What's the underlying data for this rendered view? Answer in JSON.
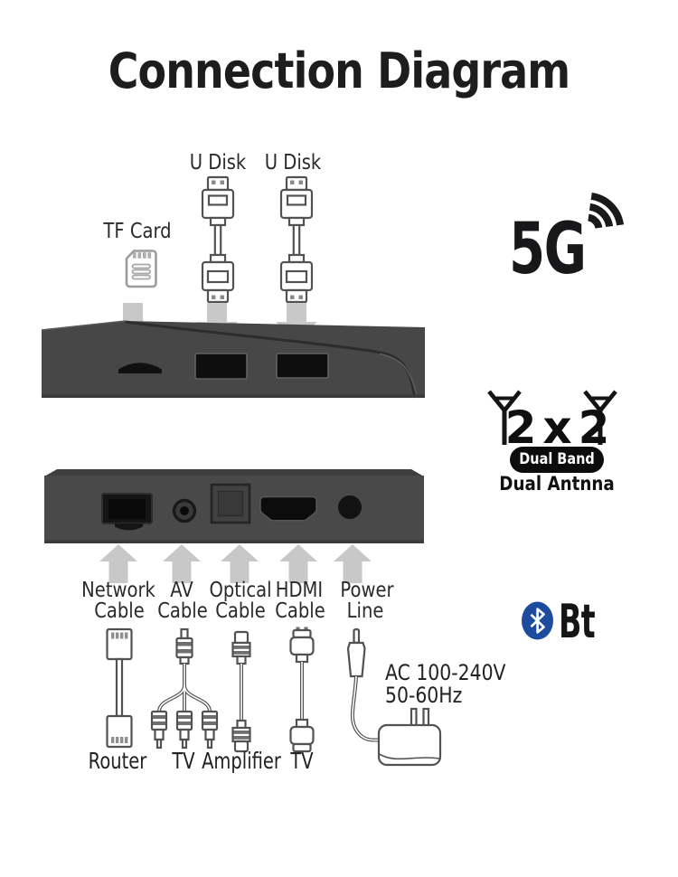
{
  "title": "Connection Diagram",
  "top": {
    "u_disk_left": "U Disk",
    "u_disk_right": "U Disk",
    "tf_card": "TF Card"
  },
  "features": {
    "wifi_label": "5G",
    "antenna_label": "2x2",
    "antenna_badge": "Dual Band",
    "antenna_caption": "Dual Antnna",
    "bluetooth_label": "Bt"
  },
  "ports": [
    {
      "line1": "Network",
      "line2": "Cable"
    },
    {
      "line1": "AV",
      "line2": "Cable"
    },
    {
      "line1": "Optical",
      "line2": "Cable"
    },
    {
      "line1": "HDMI",
      "line2": "Cable"
    },
    {
      "line1": "Power",
      "line2": "Line"
    }
  ],
  "devices": [
    "Router",
    "TV",
    "Amplifier",
    "TV"
  ],
  "power_spec": {
    "line1": "AC 100-240V",
    "line2": "50-60Hz"
  },
  "colors": {
    "device_body": "#484848",
    "arrow": "#c8c8c8",
    "bluetooth_blue": "#1d4c9f",
    "ink": "#1c1c1c"
  }
}
